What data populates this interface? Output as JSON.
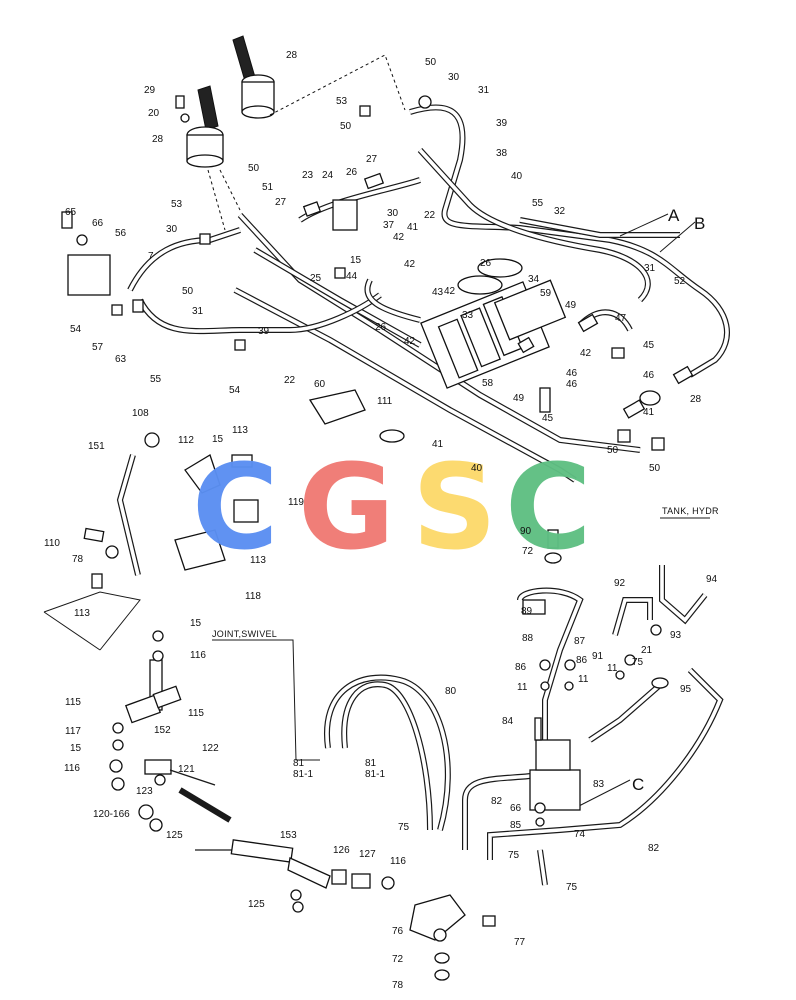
{
  "diagram": {
    "callouts": {
      "c28a": "28",
      "c29": "29",
      "c20": "20",
      "c28b": "28",
      "c50a": "50",
      "c30a": "30",
      "c53a": "53",
      "c31a": "31",
      "c50b": "50",
      "c39": "39",
      "c38": "38",
      "c27a": "27",
      "c26a": "26",
      "c40": "40",
      "c55a": "55",
      "c32": "32",
      "c50c": "50",
      "c51": "51",
      "c23": "23",
      "c24": "24",
      "c53b": "53",
      "c27b": "27",
      "c30b": "30",
      "c22a": "22",
      "c65": "65",
      "c66": "66",
      "c56": "56",
      "c7": "7",
      "c30c": "30",
      "c37": "37",
      "c41a": "41",
      "c42a": "42",
      "c15a": "15",
      "c25": "25",
      "c44": "44",
      "c34": "34",
      "c26b": "26",
      "c42b": "42",
      "c31b": "31",
      "c52": "52",
      "c54a": "54",
      "c57": "57",
      "c63": "63",
      "c55b": "55",
      "c50d": "50",
      "c31c": "31",
      "c39b": "39",
      "c43": "43",
      "c42c": "42",
      "c59": "59",
      "c49a": "49",
      "c47": "47",
      "c33": "33",
      "c26c": "26",
      "c42d": "42",
      "c54b": "54",
      "c22b": "22",
      "c58": "58",
      "c42e": "42",
      "c45a": "45",
      "c46a": "46",
      "c46b": "46",
      "c46c": "46",
      "c49b": "49",
      "c45b": "45",
      "c28c": "28",
      "c41b": "41",
      "c60": "60",
      "c111": "111",
      "c41c": "41",
      "c40b": "40",
      "c50e": "50",
      "c50f": "50",
      "c108": "108",
      "c151": "151",
      "c112": "112",
      "c15b": "15",
      "c113a": "113",
      "c119": "119",
      "c110": "110",
      "c78a": "78",
      "c113b": "113",
      "c118": "118",
      "c113c": "113",
      "c90": "90",
      "c72a": "72",
      "c15c": "15",
      "c116a": "116",
      "c92": "92",
      "c94": "94",
      "c89": "89",
      "c93": "93",
      "c88": "88",
      "c87": "87",
      "c21": "21",
      "c91": "91",
      "c75a": "75",
      "c86a": "86",
      "c86b": "86",
      "c11a": "11",
      "c95": "95",
      "c11b": "11",
      "c11c": "11",
      "c115a": "115",
      "c115b": "115",
      "c117": "117",
      "c152": "152",
      "c15d": "15",
      "c122": "122",
      "c116b": "116",
      "c121": "121",
      "c123": "123",
      "c120": "120-166",
      "c125a": "125",
      "c80": "80",
      "c81a": "81",
      "c81b": "81-1",
      "c81c": "81",
      "c81d": "81-1",
      "c84": "84",
      "c83": "83",
      "c82a": "82",
      "c66b": "66",
      "c85": "85",
      "c74": "74",
      "c82b": "82",
      "c75b": "75",
      "c75c": "75",
      "c75d": "75",
      "c153": "153",
      "c126": "126",
      "c127": "127",
      "c116c": "116",
      "c125b": "125",
      "c76": "76",
      "c77": "77",
      "c72b": "72",
      "c78b": "78"
    },
    "letters": {
      "A": "A",
      "B": "B",
      "C": "C"
    },
    "captions": {
      "joint": "JOINT,SWIVEL",
      "tank": "TANK, HYDR"
    },
    "watermark": {
      "text": "CGSC",
      "letters": [
        {
          "char": "C",
          "color": "#5b8ff2"
        },
        {
          "char": "G",
          "color": "#f07a74"
        },
        {
          "char": "S",
          "color": "#fcd96c"
        },
        {
          "char": "C",
          "color": "#5fbf83"
        }
      ]
    }
  }
}
